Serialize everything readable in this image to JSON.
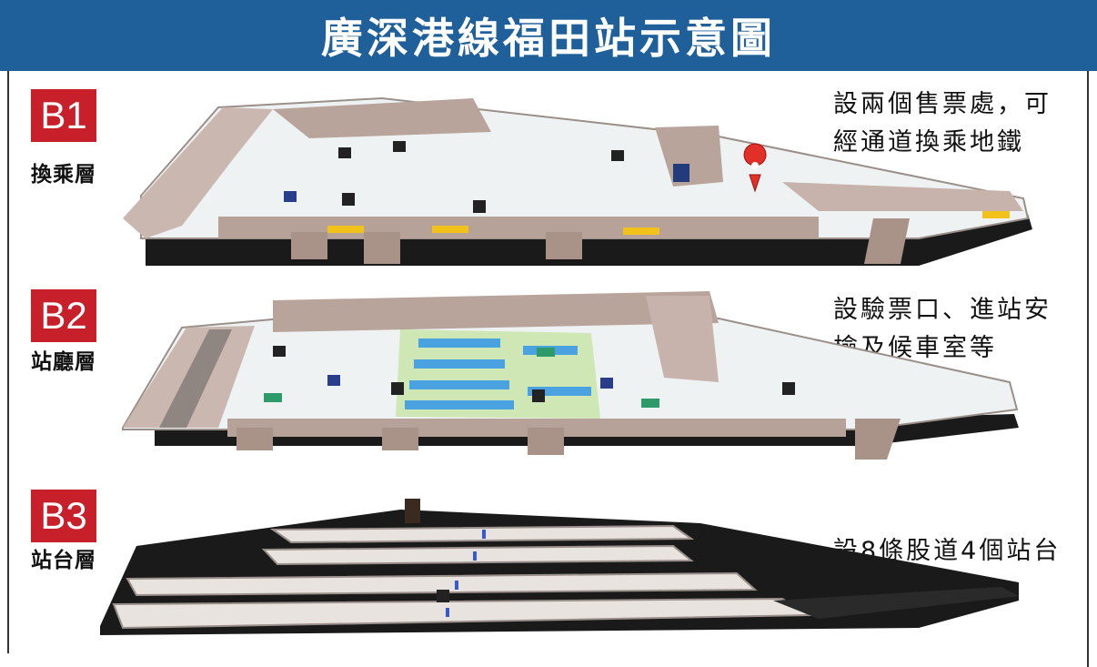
{
  "title": "廣深港線福田站示意圖",
  "colors": {
    "header_bg": "#1f5f9a",
    "badge_bg": "#c8202a",
    "pin": "#e03028"
  },
  "floors": [
    {
      "code": "B1",
      "name": "換乘層",
      "description": [
        "設兩個售票處，可",
        "經通道換乘地鐵"
      ]
    },
    {
      "code": "B2",
      "name": "站廳層",
      "description": [
        "設驗票口、進站安",
        "檢及候車室等"
      ]
    },
    {
      "code": "B3",
      "name": "站台層",
      "description": [
        "設8條股道4個站台"
      ]
    }
  ]
}
